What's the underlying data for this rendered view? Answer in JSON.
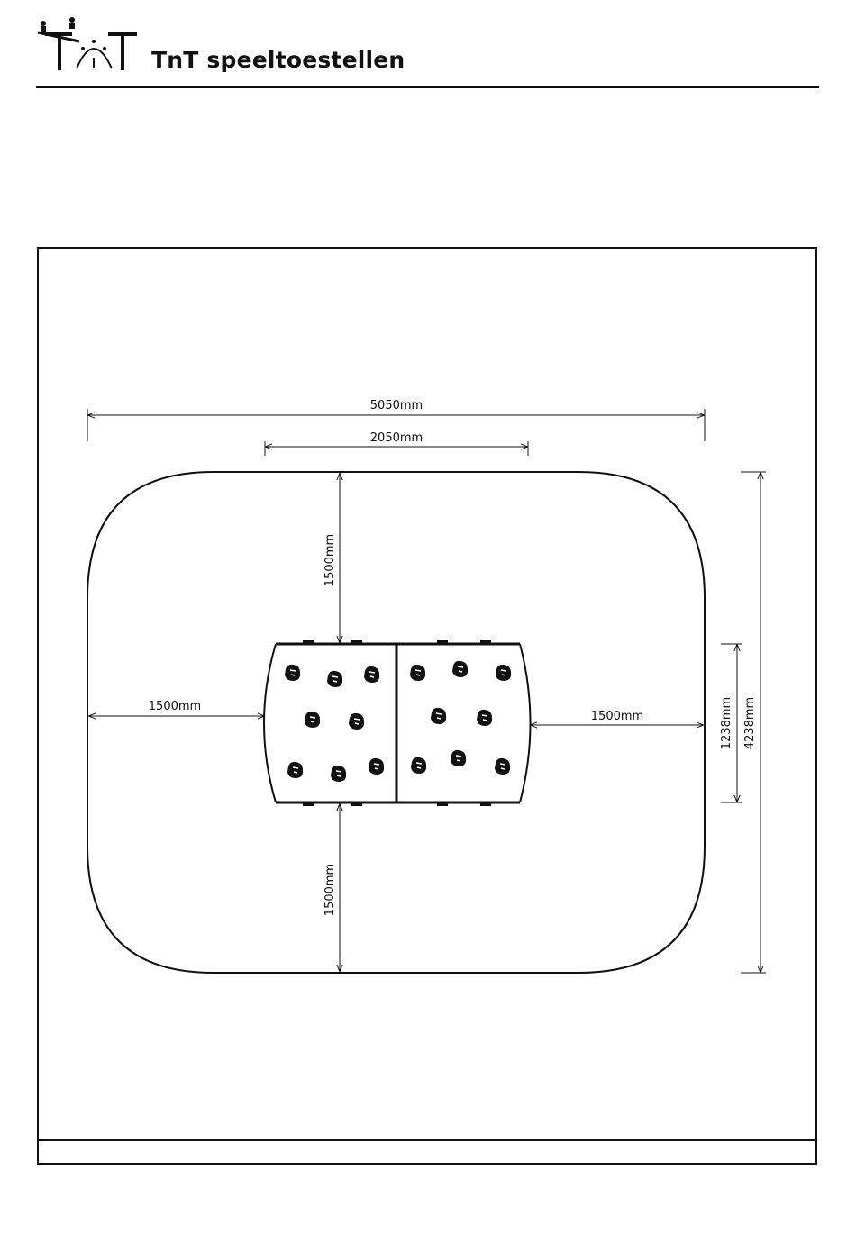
{
  "header": {
    "brand_name": "TnT speeltoestellen",
    "logo_letters": "TnT",
    "logo_icon": "seesaw-arch-logo-icon"
  },
  "drawing": {
    "dimensions": {
      "overall_width": "5050mm",
      "equipment_width": "2050mm",
      "top_clearance": "1500mm",
      "bottom_clearance": "1500mm",
      "left_clearance": "1500mm",
      "right_clearance": "1500mm",
      "equipment_depth": "1238mm",
      "overall_depth": "4238mm"
    },
    "climbing_holds": {
      "left_panel_count": 8,
      "right_panel_count": 8
    },
    "line_color": "#111111"
  }
}
